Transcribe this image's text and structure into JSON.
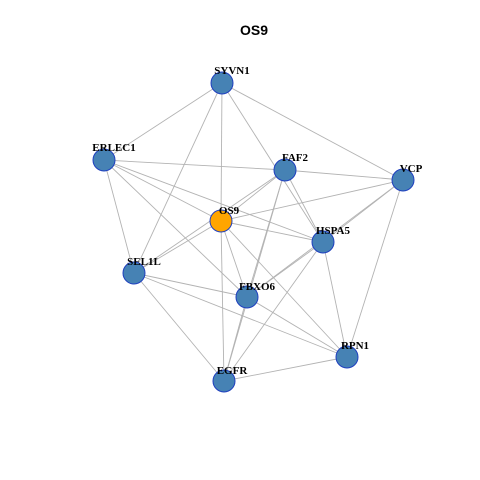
{
  "title": "OS9",
  "colors": {
    "node_default": "#4682b4",
    "node_focus": "#ffa500",
    "node_border": "#1f3fbf",
    "edge": "#b3b3b3"
  },
  "network": {
    "nodes": [
      {
        "id": "SYVN1",
        "label": "SYVN1",
        "focus": false
      },
      {
        "id": "ERLEC1",
        "label": "ERLEC1",
        "focus": false
      },
      {
        "id": "FAF2",
        "label": "FAF2",
        "focus": false
      },
      {
        "id": "VCP",
        "label": "VCP",
        "focus": false
      },
      {
        "id": "OS9",
        "label": "OS9",
        "focus": true
      },
      {
        "id": "HSPA5",
        "label": "HSPA5",
        "focus": false
      },
      {
        "id": "SEL1L",
        "label": "SEL1L",
        "focus": false
      },
      {
        "id": "FBXO6",
        "label": "FBXO6",
        "focus": false
      },
      {
        "id": "RPN1",
        "label": "RPN1",
        "focus": false
      },
      {
        "id": "EGFR",
        "label": "EGFR",
        "focus": false
      }
    ],
    "edges": [
      [
        "SYVN1",
        "ERLEC1"
      ],
      [
        "SYVN1",
        "VCP"
      ],
      [
        "SYVN1",
        "HSPA5"
      ],
      [
        "SYVN1",
        "OS9"
      ],
      [
        "SYVN1",
        "SEL1L"
      ],
      [
        "ERLEC1",
        "FAF2"
      ],
      [
        "ERLEC1",
        "OS9"
      ],
      [
        "ERLEC1",
        "HSPA5"
      ],
      [
        "ERLEC1",
        "SEL1L"
      ],
      [
        "ERLEC1",
        "FBXO6"
      ],
      [
        "FAF2",
        "VCP"
      ],
      [
        "FAF2",
        "OS9"
      ],
      [
        "FAF2",
        "HSPA5"
      ],
      [
        "FAF2",
        "FBXO6"
      ],
      [
        "FAF2",
        "EGFR"
      ],
      [
        "FAF2",
        "SEL1L"
      ],
      [
        "VCP",
        "OS9"
      ],
      [
        "VCP",
        "HSPA5"
      ],
      [
        "VCP",
        "FBXO6"
      ],
      [
        "VCP",
        "RPN1"
      ],
      [
        "OS9",
        "HSPA5"
      ],
      [
        "OS9",
        "SEL1L"
      ],
      [
        "OS9",
        "FBXO6"
      ],
      [
        "OS9",
        "RPN1"
      ],
      [
        "OS9",
        "EGFR"
      ],
      [
        "HSPA5",
        "FBXO6"
      ],
      [
        "HSPA5",
        "RPN1"
      ],
      [
        "HSPA5",
        "EGFR"
      ],
      [
        "SEL1L",
        "FBXO6"
      ],
      [
        "SEL1L",
        "RPN1"
      ],
      [
        "SEL1L",
        "EGFR"
      ],
      [
        "FBXO6",
        "RPN1"
      ],
      [
        "FBXO6",
        "EGFR"
      ],
      [
        "RPN1",
        "EGFR"
      ]
    ]
  }
}
